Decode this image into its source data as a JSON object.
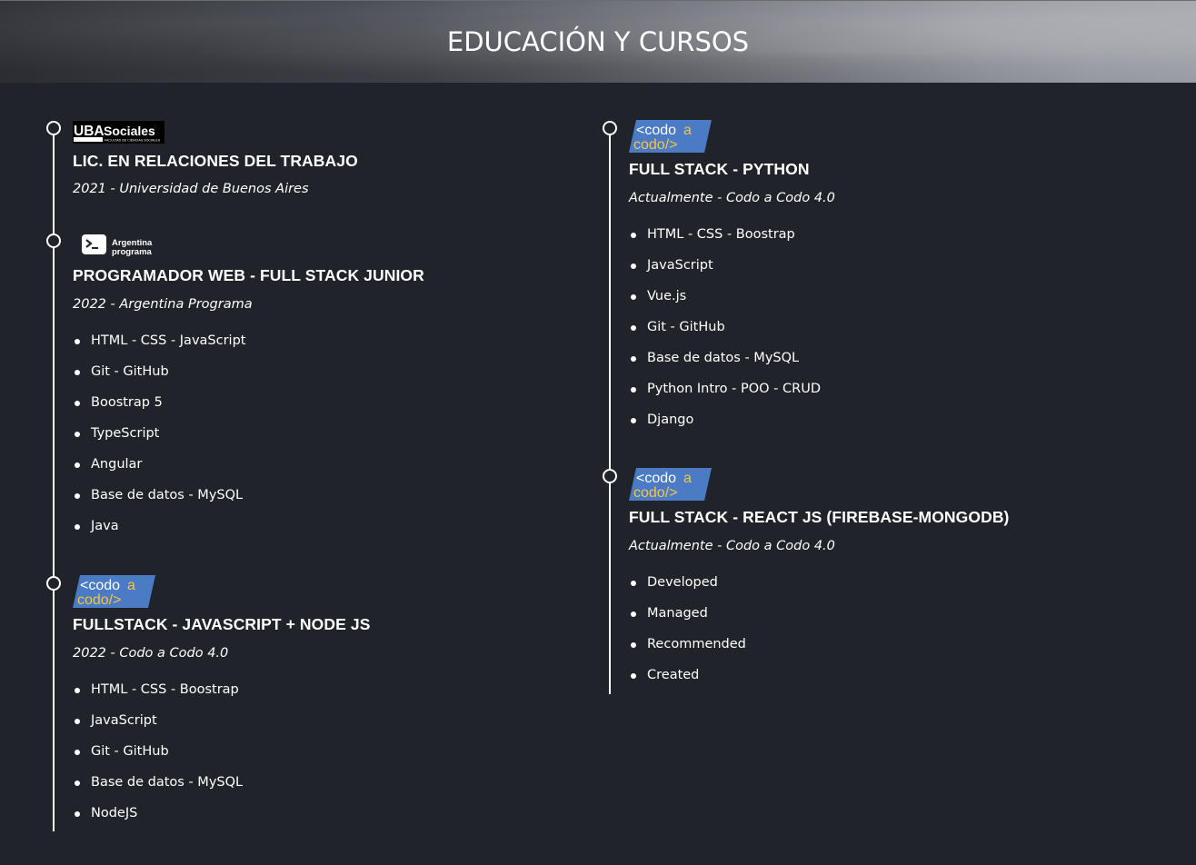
{
  "header": {
    "title": "EDUCACIÓN Y CURSOS"
  },
  "logos": {
    "uba": {
      "main": "UBASociales",
      "uba_part": "UBA",
      "sociales_part": "Sociales",
      "sub": "FACULTAD DE CIENCIAS SOCIALES"
    },
    "argentina": {
      "line1": "Argentina",
      "line2": "programa",
      "icon": "terminal-icon"
    },
    "codo": {
      "line1a": "<codo",
      "line1b": "a",
      "line2": "codo/>"
    }
  },
  "left_column": [
    {
      "logo": "uba",
      "title": "LIC. EN RELACIONES DEL TRABAJO",
      "subtitle": "2021 - Universidad de Buenos Aires",
      "items": []
    },
    {
      "logo": "argentina",
      "title": "PROGRAMADOR WEB - FULL STACK JUNIOR",
      "subtitle": "2022 - Argentina Programa",
      "items": [
        "HTML - CSS - JavaScript",
        "Git - GitHub",
        "Boostrap 5",
        "TypeScript",
        "Angular",
        "Base de datos - MySQL",
        "Java"
      ]
    },
    {
      "logo": "codo",
      "title": "FULLSTACK - JAVASCRIPT + NODE JS",
      "subtitle": "2022 - Codo a Codo 4.0",
      "items": [
        "HTML - CSS - Boostrap",
        "JavaScript",
        "Git - GitHub",
        "Base de datos - MySQL",
        "NodeJS"
      ]
    }
  ],
  "right_column": [
    {
      "logo": "codo",
      "title": "FULL STACK - PYTHON",
      "subtitle": "Actualmente - Codo a Codo 4.0",
      "items": [
        "HTML - CSS - Boostrap",
        "JavaScript",
        "Vue.js",
        "Git - GitHub",
        "Base de datos - MySQL",
        "Python Intro - POO - CRUD",
        "Django"
      ]
    },
    {
      "logo": "codo",
      "title": "FULL STACK - REACT JS (FIREBASE-MONGODB)",
      "subtitle": "Actualmente - Codo a Codo 4.0",
      "items": [
        "Developed",
        "Managed",
        "Recommended",
        "Created"
      ]
    }
  ],
  "colors": {
    "background": "#202329",
    "text": "#ffffff",
    "codo_blue": "#4a7bc4",
    "codo_yellow": "#f5c542"
  }
}
